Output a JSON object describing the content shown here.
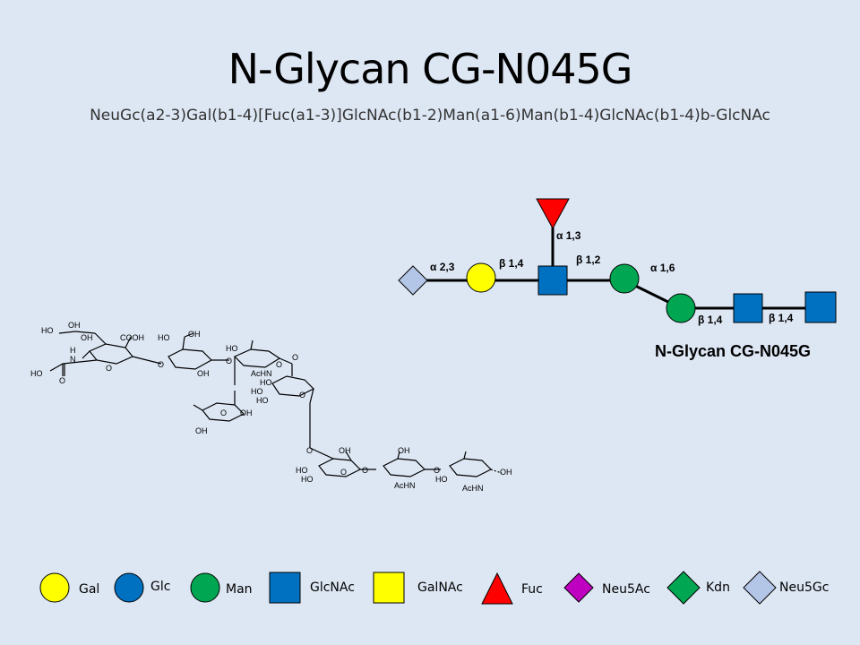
{
  "title": "N-Glycan CG-N045G",
  "subtitle": "NeuGc(a2-3)Gal(b1-4)[Fuc(a1-3)]GlcNAc(b1-2)Man(a1-6)Man(b1-4)GlcNAc(b1-4)b-GlcNAc",
  "cartoon": {
    "label": "N-Glycan CG-N045G",
    "linkages": {
      "neugc_gal": "α 2,3",
      "gal_glcnac": "β 1,4",
      "fuc_glcnac": "α 1,3",
      "glcnac_man": "β 1,2",
      "man_man": "α 1,6",
      "man_glcnac": "β 1,4",
      "glcnac_glcnac": "β 1,4"
    }
  },
  "structure_labels": {
    "ho1": "HO",
    "oh1": "OH",
    "oh2": "OH",
    "cooh": "COOH",
    "ho2": "HO",
    "oh3": "OH",
    "hn": "H",
    "n": "N",
    "ho3": "HO",
    "o1": "O",
    "o2": "O",
    "o3": "O",
    "oh4": "OH",
    "ho4": "HO",
    "o4": "O",
    "o5": "O",
    "achn1": "AcHN",
    "o6": "O",
    "ho5": "HO",
    "ho6": "HO",
    "ho7": "HO",
    "o7": "O",
    "o8": "O",
    "oh5": "OH",
    "oh6": "OH",
    "o9": "O",
    "oh7": "OH",
    "ho8": "HO",
    "ho9": "HO",
    "o10": "O",
    "o11": "O",
    "achn2": "AcHN",
    "oh8": "OH",
    "ho10": "HO",
    "o12": "O",
    "achn3": "AcHN",
    "oh9": "OH"
  },
  "legend": [
    {
      "label": "Gal",
      "shape": "circle",
      "color": "#ffff00"
    },
    {
      "label": "Glc",
      "shape": "circle",
      "color": "#0070c0"
    },
    {
      "label": "Man",
      "shape": "circle",
      "color": "#00a651"
    },
    {
      "label": "GlcNAc",
      "shape": "square",
      "color": "#0070c0"
    },
    {
      "label": "GalNAc",
      "shape": "square",
      "color": "#ffff00"
    },
    {
      "label": "Fuc",
      "shape": "triangle",
      "color": "#ff0000"
    },
    {
      "label": "Neu5Ac",
      "shape": "diamond",
      "color": "#c000c0"
    },
    {
      "label": "Kdn",
      "shape": "diamond",
      "color": "#00a651"
    },
    {
      "label": "Neu5Gc",
      "shape": "diamond",
      "color": "#b4c6e7"
    }
  ]
}
